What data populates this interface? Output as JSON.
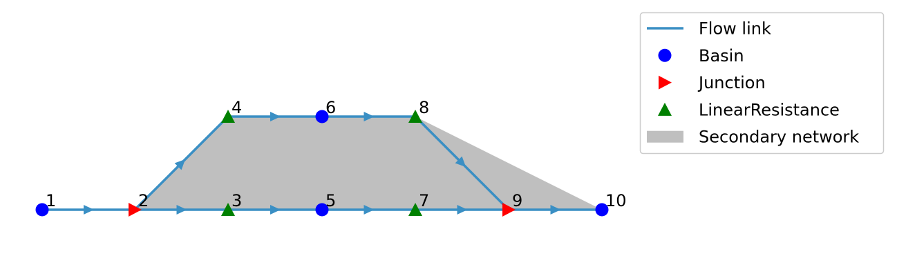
{
  "colors": {
    "flow_link": "#3a8fc4",
    "basin": "#0000ff",
    "junction": "#ff0000",
    "linear_resistance": "#008000",
    "secondary_network": "#bfbfbf"
  },
  "nodes": [
    {
      "id": "1",
      "label": "1",
      "type": "Basin"
    },
    {
      "id": "2",
      "label": "2",
      "type": "Junction"
    },
    {
      "id": "3",
      "label": "3",
      "type": "LinearResistance"
    },
    {
      "id": "4",
      "label": "4",
      "type": "LinearResistance"
    },
    {
      "id": "5",
      "label": "5",
      "type": "Basin"
    },
    {
      "id": "6",
      "label": "6",
      "type": "Basin"
    },
    {
      "id": "7",
      "label": "7",
      "type": "LinearResistance"
    },
    {
      "id": "8",
      "label": "8",
      "type": "LinearResistance"
    },
    {
      "id": "9",
      "label": "9",
      "type": "Junction"
    },
    {
      "id": "10",
      "label": "10",
      "type": "Basin"
    }
  ],
  "links": [
    [
      "1",
      "2"
    ],
    [
      "2",
      "3"
    ],
    [
      "3",
      "5"
    ],
    [
      "5",
      "7"
    ],
    [
      "7",
      "9"
    ],
    [
      "9",
      "10"
    ],
    [
      "2",
      "4"
    ],
    [
      "4",
      "6"
    ],
    [
      "6",
      "8"
    ],
    [
      "8",
      "9"
    ]
  ],
  "secondary_network_nodes": [
    "2",
    "4",
    "8",
    "10"
  ],
  "legend": [
    {
      "label": "Flow link",
      "symbol": "line"
    },
    {
      "label": "Basin",
      "symbol": "circle"
    },
    {
      "label": "Junction",
      "symbol": "triangle-right"
    },
    {
      "label": "LinearResistance",
      "symbol": "triangle-up"
    },
    {
      "label": "Secondary network",
      "symbol": "patch"
    }
  ]
}
